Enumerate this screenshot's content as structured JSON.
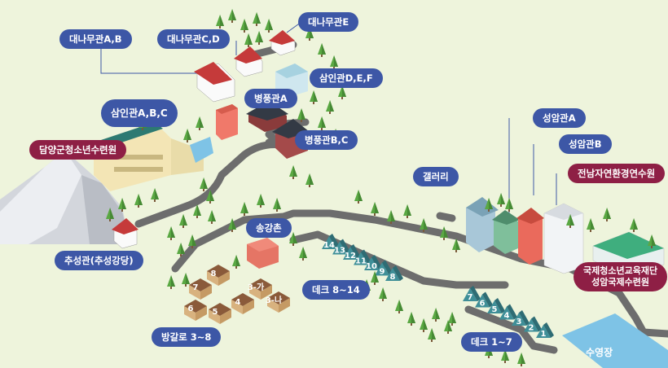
{
  "labels": {
    "danamu_ab": "대나무관A,B",
    "danamu_cd": "대나무관C,D",
    "danamu_e": "대나무관E",
    "samin_def": "삼인관D,E,F",
    "samin_abc": "삼인관A,B,C",
    "byeongpung_a": "병풍관A",
    "byeongpung_bc": "병풍관B,C",
    "damyang": "담양군청소년수련원",
    "chuseong": "추성관(추성강당)",
    "songgang": "송강촌",
    "deck_8_14": "데크 8~14",
    "deck_1_7": "데크 1~7",
    "bungalow": "방갈로 3~8",
    "gallery": "갤러리",
    "seongam_a": "성암관A",
    "seongam_b": "성암관B",
    "jeonnam": "전남자연환경연수원",
    "intl_line1": "국제청소년교육재단",
    "intl_line2": "성암국제수련원",
    "pool": "수영장"
  },
  "deck_upper_numbers": [
    "14",
    "13",
    "12",
    "11",
    "10",
    "9",
    "8"
  ],
  "deck_lower_numbers": [
    "7",
    "6",
    "5",
    "4",
    "3",
    "2",
    "1"
  ],
  "bungalow_numbers": [
    "8",
    "7",
    "3-가",
    "4",
    "3-나",
    "6",
    "5"
  ],
  "colors": {
    "label_blue": "#3d57a6",
    "label_maroon": "#8e1f45",
    "road": "#6b6b6b",
    "tree": "#5aa843",
    "pool": "#7ec3e6",
    "deck_teal": "#3f8f98"
  }
}
